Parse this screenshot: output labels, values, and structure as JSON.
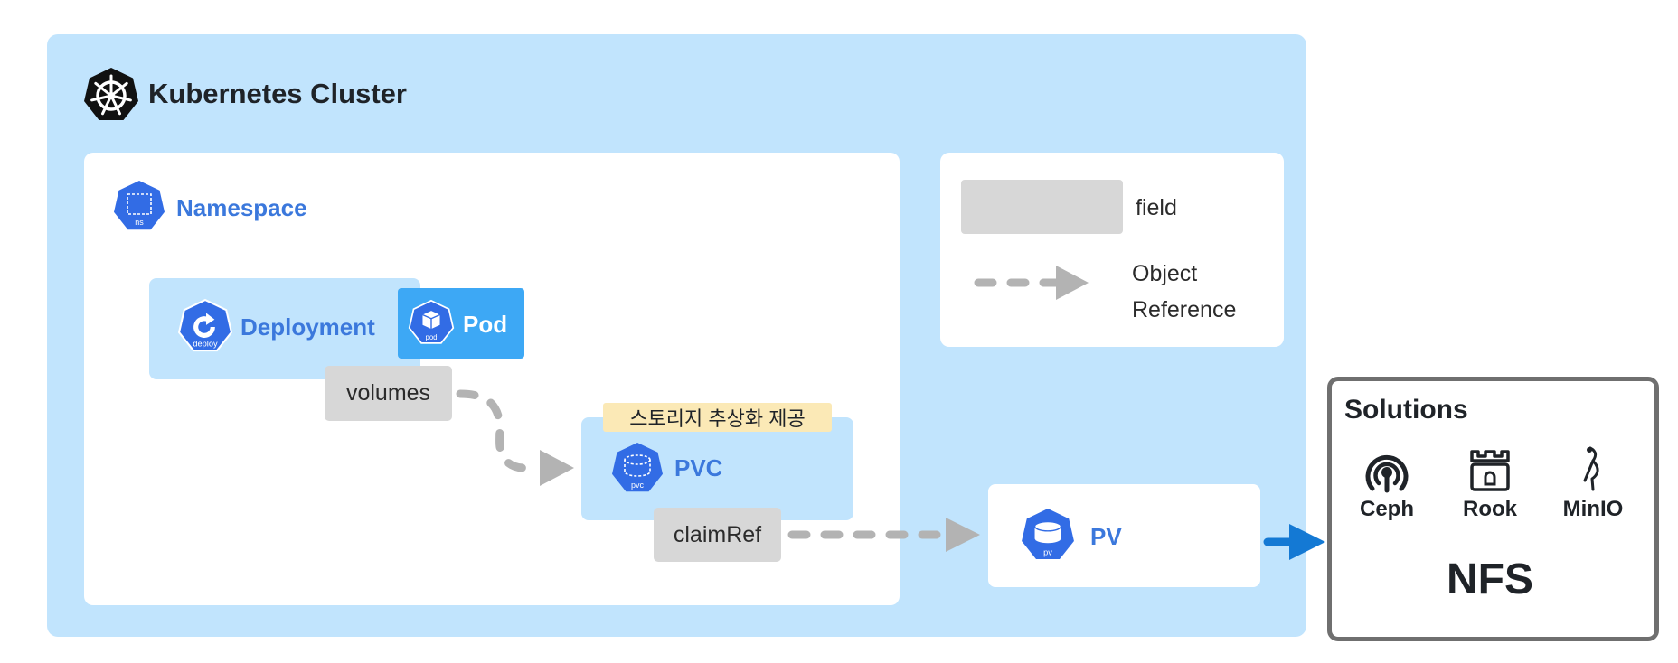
{
  "cluster": {
    "title": "Kubernetes Cluster",
    "icon": "helm-wheel-icon"
  },
  "namespace": {
    "title": "Namespace",
    "icon_text": "ns"
  },
  "deployment": {
    "label": "Deployment",
    "icon_text": "deploy"
  },
  "pod": {
    "label": "Pod",
    "icon_text": "pod"
  },
  "fields": {
    "volumes": "volumes",
    "claim_ref": "claimRef"
  },
  "pvc": {
    "label": "PVC",
    "icon_text": "pvc",
    "tag": "스토리지 추상화 제공"
  },
  "pv": {
    "label": "PV",
    "icon_text": "pv"
  },
  "legend": {
    "field_label": "field",
    "ref_line1": "Object",
    "ref_line2": "Reference"
  },
  "solutions": {
    "title": "Solutions",
    "items": [
      {
        "label": "Ceph",
        "icon": "ceph-icon"
      },
      {
        "label": "Rook",
        "icon": "rook-icon"
      },
      {
        "label": "MinIO",
        "icon": "minio-icon"
      }
    ],
    "nfs": "NFS"
  },
  "colors": {
    "cluster_bg": "#c1e4fd",
    "k8s_blue": "#326ce5",
    "pod_blue": "#3da8f5",
    "title_blue": "#3b78dc",
    "field_gray": "#d7d7d7",
    "arrow_gray": "#b3b3b3",
    "arrow_blue": "#1479d4",
    "tag_yellow": "#fbe9b6"
  }
}
